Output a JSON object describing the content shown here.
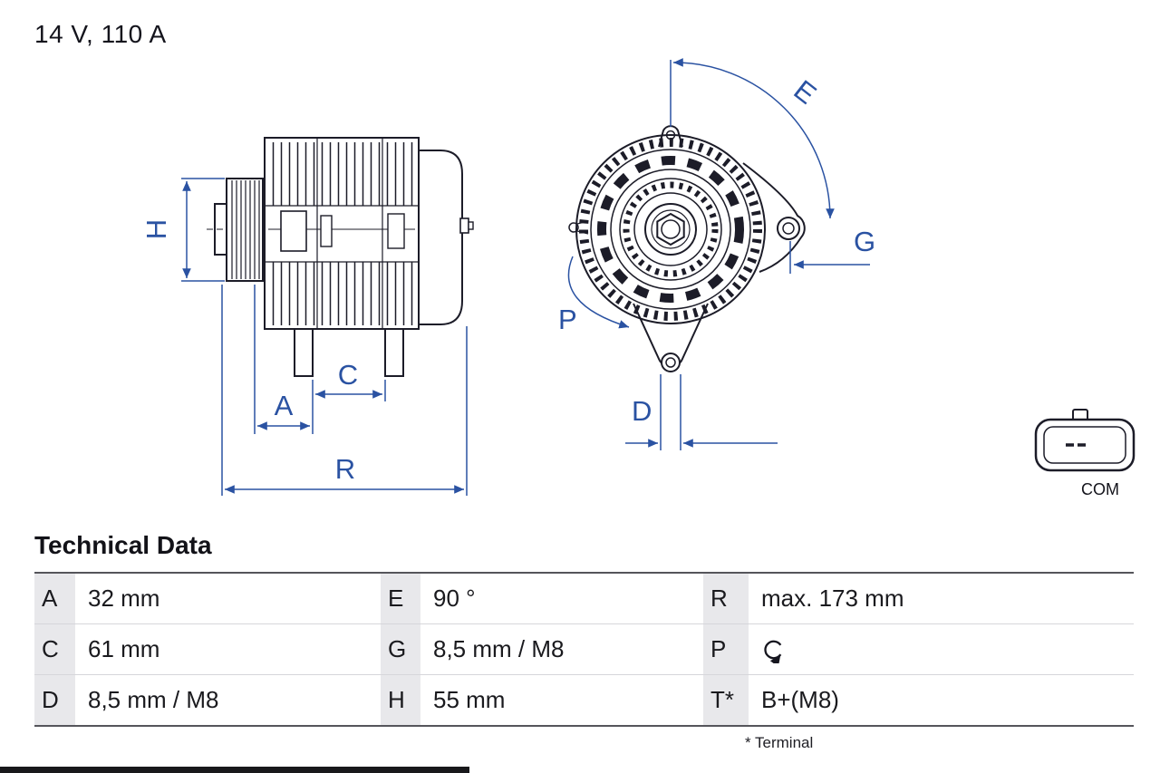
{
  "page": {
    "title": "14 V, 110 A"
  },
  "diagram": {
    "labels": {
      "H": "H",
      "C": "C",
      "A": "A",
      "R": "R",
      "E": "E",
      "G": "G",
      "P": "P",
      "D": "D"
    },
    "connector_label": "COM",
    "colors": {
      "dimension_blue": "#2a52a2",
      "drawing_line": "#1c1c28",
      "key_cell_gray": "#e8e8eb"
    }
  },
  "table": {
    "heading": "Technical Data",
    "rows": [
      [
        {
          "key": "A",
          "value": "32 mm"
        },
        {
          "key": "E",
          "value": "90 °"
        },
        {
          "key": "R",
          "value": "max. 173 mm"
        }
      ],
      [
        {
          "key": "C",
          "value": "61 mm"
        },
        {
          "key": "G",
          "value": "8,5 mm / M8"
        },
        {
          "key": "P",
          "value": "",
          "icon": "rotation-ccw-icon"
        }
      ],
      [
        {
          "key": "D",
          "value": "8,5 mm / M8"
        },
        {
          "key": "H",
          "value": "55 mm"
        },
        {
          "key": "T*",
          "value": "B+(M8)"
        }
      ]
    ],
    "footnote": "* Terminal"
  }
}
